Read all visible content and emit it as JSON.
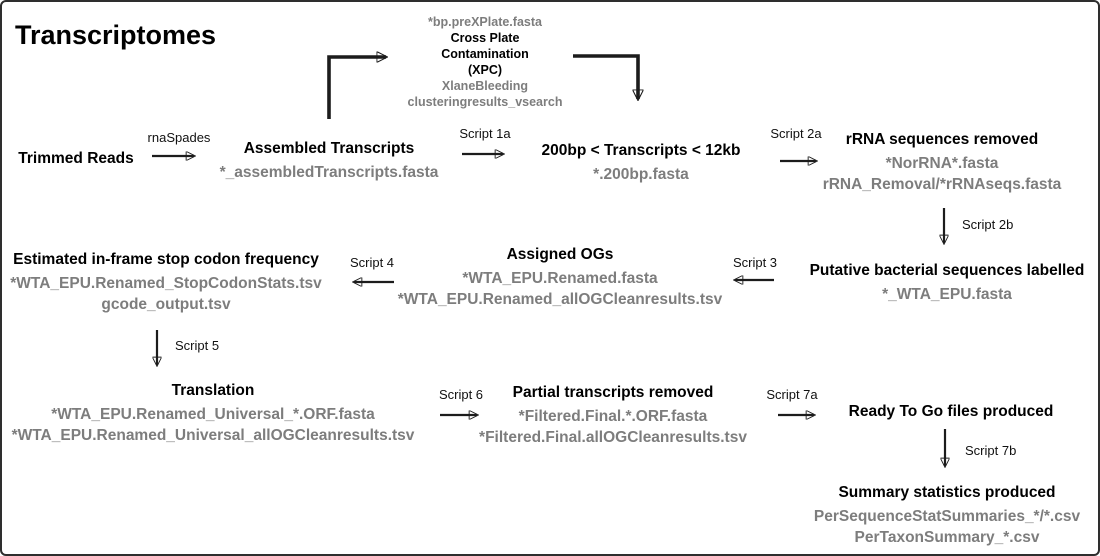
{
  "title": "Transcriptomes",
  "colors": {
    "heading": "#000000",
    "file": "#7d7d7d",
    "arrow": "#1c1c1c",
    "border": "#2e2e2e",
    "bg": "#ffffff"
  },
  "nodes": {
    "trimmed_reads": {
      "title": "Trimmed Reads"
    },
    "assembled_transcripts": {
      "title": "Assembled Transcripts",
      "files": [
        "*_assembledTranscripts.fasta"
      ]
    },
    "cross_plate_contamination": {
      "input_file": "*bp.preXPlate.fasta",
      "title": "Cross Plate\nContamination\n(XPC)",
      "files": [
        "XlaneBleeding",
        "clusteringresults_vsearch"
      ]
    },
    "size_filtered": {
      "title": "200bp < Transcripts < 12kb",
      "files": [
        "*.200bp.fasta"
      ]
    },
    "rrna_removed": {
      "title": "rRNA sequences removed",
      "files": [
        "*NorRNA*.fasta",
        "rRNA_Removal/*rRNAseqs.fasta"
      ]
    },
    "putative_bacterial": {
      "title": "Putative bacterial sequences labelled",
      "files": [
        "*_WTA_EPU.fasta"
      ]
    },
    "assigned_ogs": {
      "title": "Assigned OGs",
      "files": [
        "*WTA_EPU.Renamed.fasta",
        "*WTA_EPU.Renamed_allOGCleanresults.tsv"
      ]
    },
    "stop_codon_frequency": {
      "title": "Estimated in-frame stop codon frequency",
      "files": [
        "*WTA_EPU.Renamed_StopCodonStats.tsv",
        "gcode_output.tsv"
      ]
    },
    "translation": {
      "title": "Translation",
      "files": [
        "*WTA_EPU.Renamed_Universal_*.ORF.fasta",
        "*WTA_EPU.Renamed_Universal_allOGCleanresults.tsv"
      ]
    },
    "partial_removed": {
      "title": "Partial transcripts removed",
      "files": [
        "*Filtered.Final.*.ORF.fasta",
        "*Filtered.Final.allOGCleanresults.tsv"
      ]
    },
    "ready_to_go": {
      "title": "Ready To Go files produced"
    },
    "summary_statistics": {
      "title": "Summary statistics produced",
      "files": [
        "PerSequenceStatSummaries_*/*.csv",
        "PerTaxonSummary_*.csv"
      ]
    }
  },
  "arrows": {
    "rnaspades": "rnaSpades",
    "script_1a": "Script 1a",
    "script_2a": "Script 2a",
    "script_2b": "Script 2b",
    "script_3": "Script 3",
    "script_4": "Script 4",
    "script_5": "Script 5",
    "script_6": "Script 6",
    "script_7a": "Script 7a",
    "script_7b": "Script 7b"
  }
}
